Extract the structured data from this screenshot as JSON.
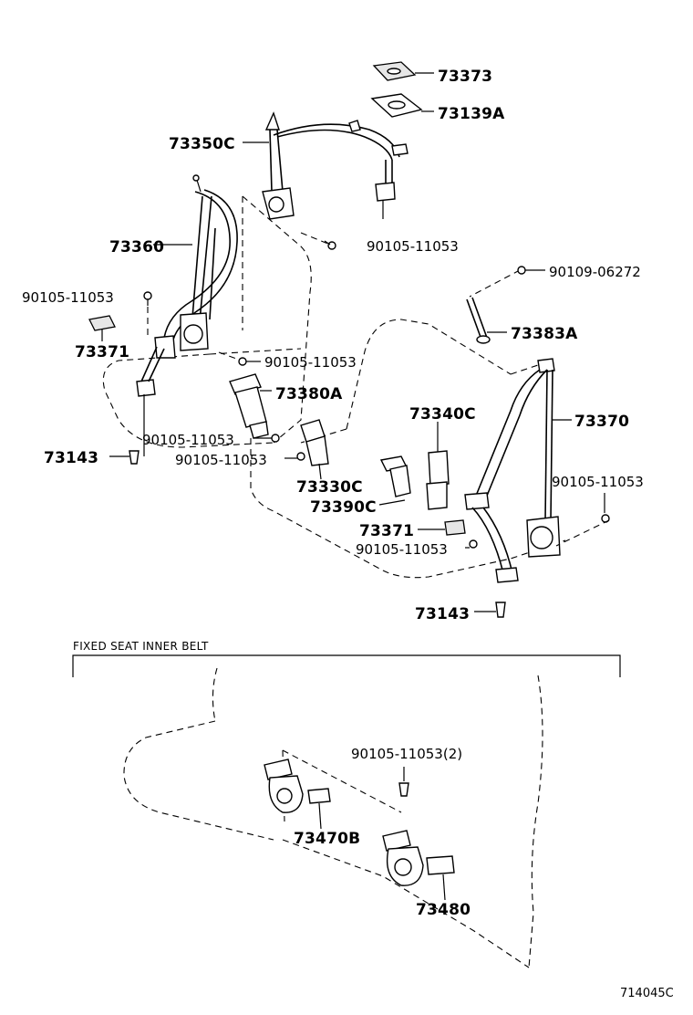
{
  "section_title": "FIXED SEAT INNER BELT",
  "figure_code": "714045C",
  "parts": [
    {
      "id": "p73373",
      "number": "73373"
    },
    {
      "id": "p73139A",
      "number": "73139A"
    },
    {
      "id": "p73350C",
      "number": "73350C"
    },
    {
      "id": "p73360",
      "number": "73360"
    },
    {
      "id": "b1",
      "number": "90105-11053"
    },
    {
      "id": "b2",
      "number": "90105-11053"
    },
    {
      "id": "b3",
      "number": "90109-06272"
    },
    {
      "id": "p73383A",
      "number": "73383A"
    },
    {
      "id": "p73371a",
      "number": "73371"
    },
    {
      "id": "b4",
      "number": "90105-11053"
    },
    {
      "id": "p73380A",
      "number": "73380A"
    },
    {
      "id": "p73340C",
      "number": "73340C"
    },
    {
      "id": "p73370",
      "number": "73370"
    },
    {
      "id": "b5",
      "number": "90105-11053"
    },
    {
      "id": "p73143a",
      "number": "73143"
    },
    {
      "id": "b6",
      "number": "90105-11053"
    },
    {
      "id": "b7",
      "number": "90105-11053"
    },
    {
      "id": "p73330C",
      "number": "73330C"
    },
    {
      "id": "p73390C",
      "number": "73390C"
    },
    {
      "id": "p73371b",
      "number": "73371"
    },
    {
      "id": "b8",
      "number": "90105-11053"
    },
    {
      "id": "p73143b",
      "number": "73143"
    },
    {
      "id": "b9",
      "number": "90105-11053(2)"
    },
    {
      "id": "p73470B",
      "number": "73470B"
    },
    {
      "id": "p73480",
      "number": "73480"
    }
  ]
}
